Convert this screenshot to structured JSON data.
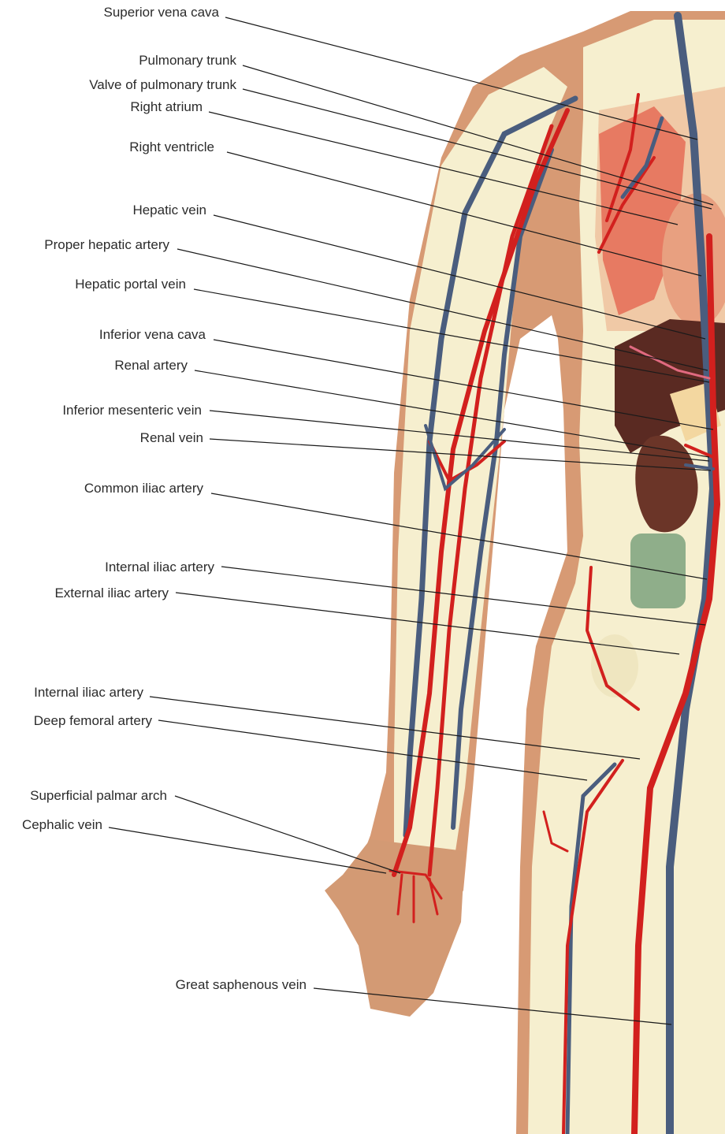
{
  "diagram": {
    "labels": [
      "Superior vena cava",
      "Pulmonary trunk",
      "Valve of pulmonary trunk",
      "Right atrium",
      "Right ventricle",
      "Hepatic vein",
      "Proper hepatic artery",
      "Hepatic portal vein",
      "Inferior vena cava",
      "Renal artery",
      "Inferior mesenteric vein",
      "Renal vein",
      "Common iliac artery",
      "Internal iliac artery",
      "External iliac artery",
      "Internal iliac artery",
      "Deep femoral artery",
      "Superficial palmar arch",
      "Cephalic vein",
      "Great saphenous vein"
    ]
  },
  "colors": {
    "skin": "#f6efcf",
    "body_edge": "#d79a74",
    "artery": "#d2201e",
    "vein": "#4a5d7e",
    "liver": "#5a2a22",
    "kidney": "#6b3528",
    "lung": "#e77a62",
    "heart": "#e8a080",
    "colon": "#8fae8a",
    "hand": "#d39a74",
    "leader": "#1a1a1a"
  }
}
